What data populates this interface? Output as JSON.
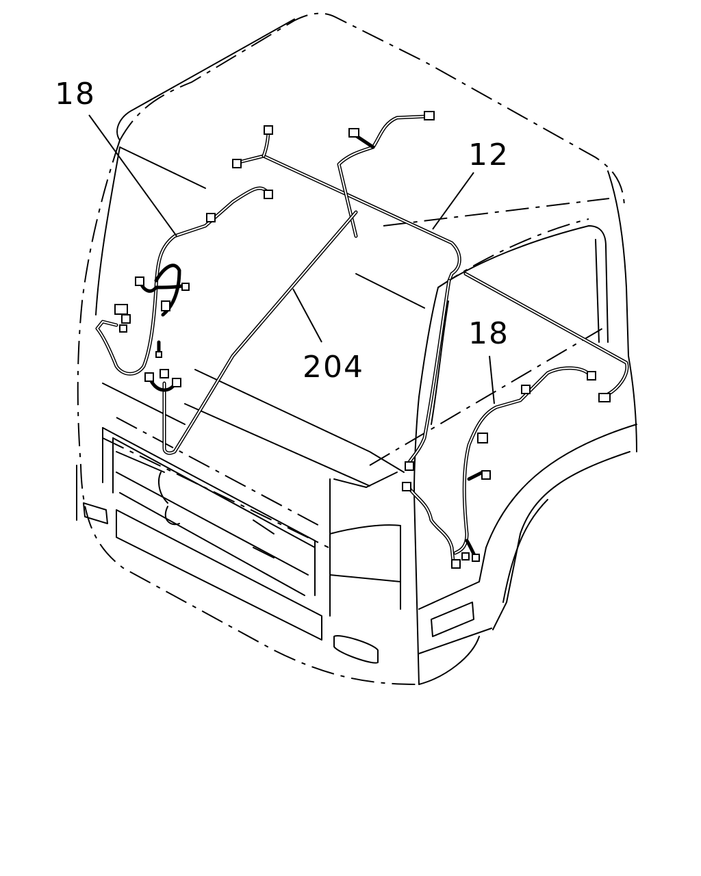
{
  "diagram": {
    "callouts": [
      {
        "id": "left",
        "text": "18"
      },
      {
        "id": "top",
        "text": "12"
      },
      {
        "id": "center",
        "text": "204"
      },
      {
        "id": "right",
        "text": "18"
      }
    ]
  }
}
